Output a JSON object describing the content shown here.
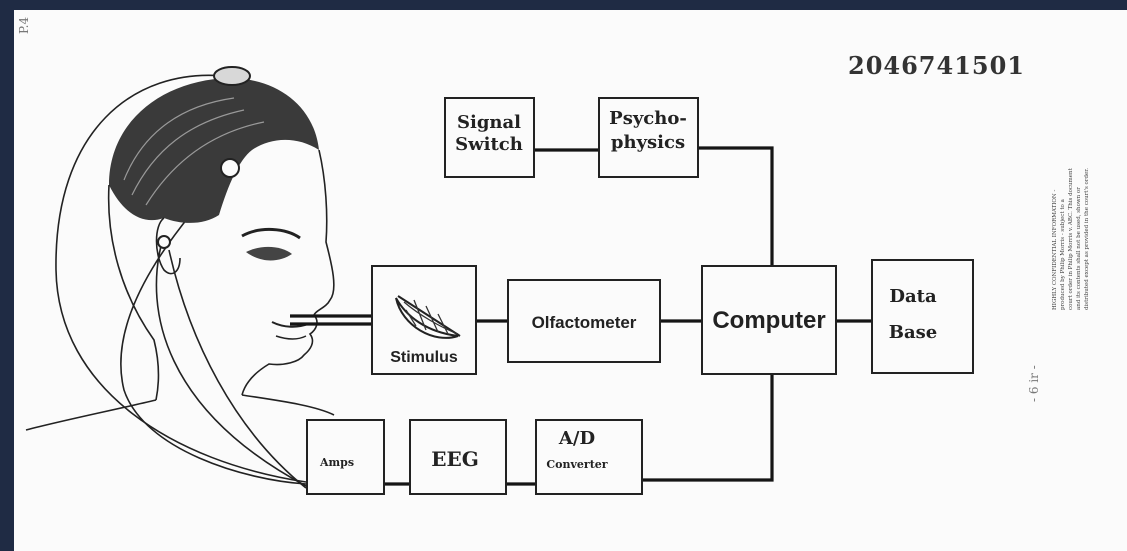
{
  "document": {
    "id_number": "2046741501",
    "margin_mark_top_left": "P.4",
    "margin_mark_right": "- 6 ir -",
    "confidentiality_notice": [
      "HIGHLY CONFIDENTIAL INFORMATION -",
      "produced by Philip Morris - subject to a",
      "court order in Philip Morris v. ABC. This document",
      "and its contents shall not be used, shown or",
      "distributed except as provided in the court's order."
    ]
  },
  "diagram": {
    "signal_switch": [
      "Signal",
      "Switch"
    ],
    "psychophysics": [
      "Psycho-",
      "physics"
    ],
    "stimulus": "Stimulus",
    "olfactometer": "Olfactometer",
    "computer": "Computer",
    "data_base": [
      "Data",
      "Base"
    ],
    "amps": "Amps",
    "eeg": "EEG",
    "ad_converter": [
      "A/D",
      "Converter"
    ]
  }
}
